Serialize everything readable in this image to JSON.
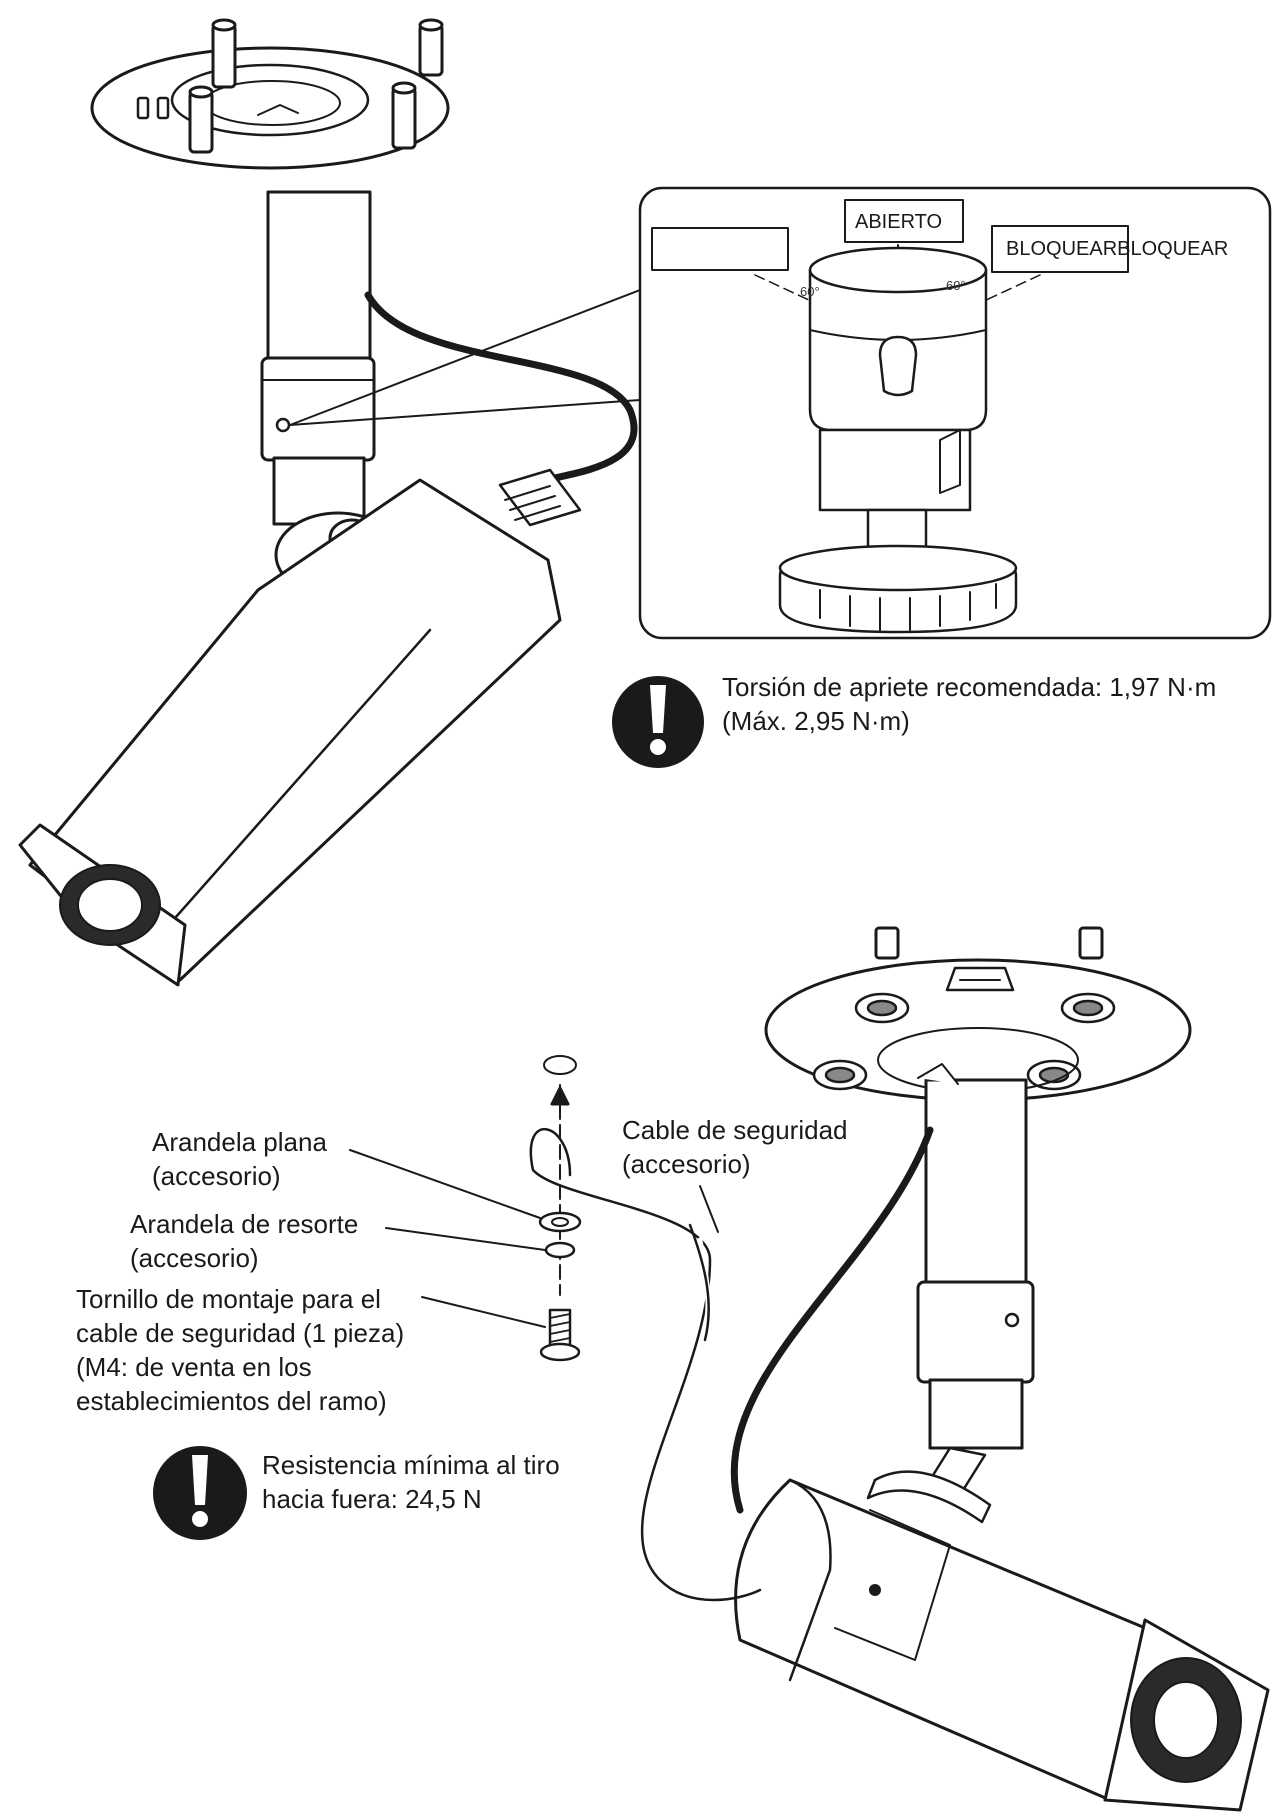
{
  "inset": {
    "open_label": "ABIERTO",
    "lock_label": "BLOQUEARBLOQUEAR",
    "left_label": "",
    "angle_left": "60°",
    "angle_right": "60°"
  },
  "torque_note": {
    "line1": "Torsión de apriete recomendada: 1,97 N·m",
    "line2": "(Máx. 2,95 N·m)"
  },
  "callouts": {
    "flat_washer": [
      "Arandela plana",
      "(accesorio)"
    ],
    "spring_washer": [
      "Arandela de resorte",
      "(accesorio)"
    ],
    "screw": [
      "Tornillo de montaje para el",
      "cable de seguridad (1 pieza)",
      "(M4: de venta en los",
      "establecimientos del ramo)"
    ],
    "safety_cable": [
      "Cable de seguridad",
      "(accesorio)"
    ]
  },
  "pull_note": {
    "line1": "Resistencia mínima al tiro",
    "line2": "hacia fuera: 24,5 N"
  },
  "icons": {
    "warning": "exclamation-circle-icon"
  }
}
